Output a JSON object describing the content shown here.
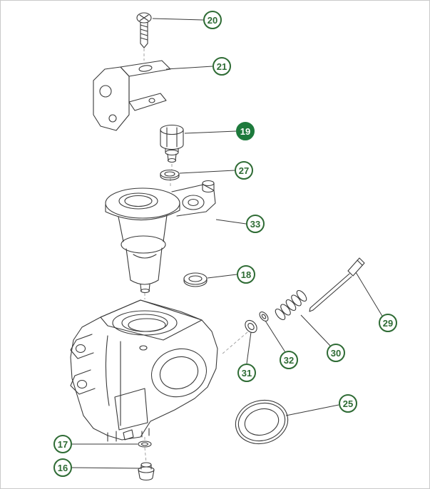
{
  "diagram": {
    "type": "exploded-parts-diagram",
    "colors": {
      "accent": "#2e6b34",
      "highlight_fill": "#1d7a3c",
      "line": "#3a3a3a",
      "background": "#ffffff",
      "border": "#c9c9c9"
    },
    "callouts": [
      {
        "label": "20",
        "part": "screw",
        "highlighted": false
      },
      {
        "label": "21",
        "part": "bracket",
        "highlighted": false
      },
      {
        "label": "19",
        "part": "valve-cap",
        "highlighted": true
      },
      {
        "label": "27",
        "part": "washer",
        "highlighted": false
      },
      {
        "label": "33",
        "part": "upper-body",
        "highlighted": false
      },
      {
        "label": "18",
        "part": "o-ring",
        "highlighted": false
      },
      {
        "label": "29",
        "part": "needle-screw",
        "highlighted": false
      },
      {
        "label": "30",
        "part": "spring",
        "highlighted": false
      },
      {
        "label": "32",
        "part": "o-ring-small",
        "highlighted": false
      },
      {
        "label": "31",
        "part": "retaining-ring",
        "highlighted": false
      },
      {
        "label": "25",
        "part": "seal-ring",
        "highlighted": false
      },
      {
        "label": "17",
        "part": "gasket-washer",
        "highlighted": false
      },
      {
        "label": "16",
        "part": "plug",
        "highlighted": false
      }
    ]
  }
}
